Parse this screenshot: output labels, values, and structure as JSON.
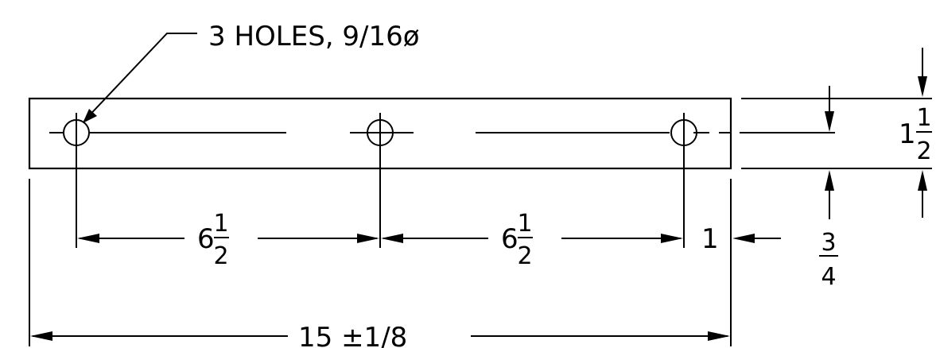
{
  "drawing": {
    "note_holes": "3 HOLES, 9/16ø",
    "dim_spacing_1": {
      "whole": "6",
      "num": "1",
      "den": "2"
    },
    "dim_spacing_2": {
      "whole": "6",
      "num": "1",
      "den": "2"
    },
    "dim_end_offset": "1",
    "dim_centerline": {
      "num": "3",
      "den": "4"
    },
    "dim_width": {
      "whole": "1",
      "num": "1",
      "den": "2"
    },
    "dim_overall_length": "15 ±1/8"
  }
}
